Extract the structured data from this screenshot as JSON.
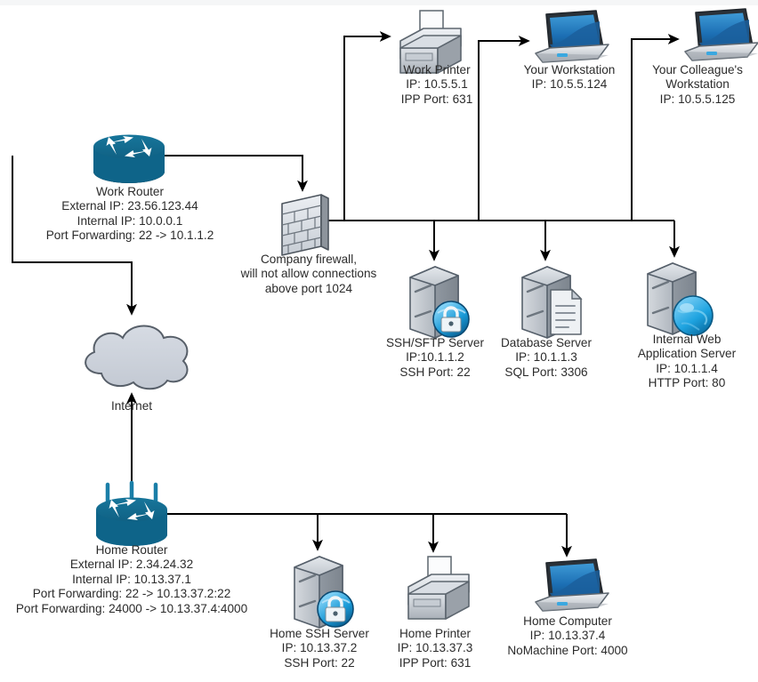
{
  "diagram": {
    "title": "Home and work network topology",
    "background_color": "#ffffff",
    "line_color": "#000000",
    "text_color": "#2b2b2b",
    "router_color": "#11698e",
    "cloud_fill": "#cdd3dc",
    "server_fill": "#b8bec6",
    "lock_badge_color": "#1a9ad7",
    "globe_badge_color": "#1ea3e0",
    "screen_color": "#1f6fb2"
  },
  "nodes": {
    "work_router": {
      "icon": "router-icon",
      "lines": [
        "Work Router",
        "External IP: 23.56.123.44",
        "Internal IP: 10.0.0.1",
        "Port Forwarding: 22 -> 10.1.1.2"
      ]
    },
    "firewall": {
      "icon": "firewall-icon",
      "lines": [
        "Company firewall,",
        "will not allow connections",
        "above port 1024"
      ]
    },
    "work_printer": {
      "icon": "printer-icon",
      "lines": [
        "Work Printer",
        "IP: 10.5.5.1",
        "IPP Port: 631"
      ]
    },
    "your_workstation": {
      "icon": "laptop-icon",
      "lines": [
        "Your Workstation",
        "IP: 10.5.5.124"
      ]
    },
    "colleague_workstation": {
      "icon": "laptop-icon",
      "lines": [
        "Your Colleague's",
        "Workstation",
        "IP: 10.5.5.125"
      ]
    },
    "ssh_sftp_server": {
      "icon": "server-lock-icon",
      "lines": [
        "SSH/SFTP Server",
        "IP:10.1.1.2",
        "SSH Port: 22"
      ]
    },
    "database_server": {
      "icon": "server-database-icon",
      "lines": [
        "Database Server",
        "IP: 10.1.1.3",
        "SQL Port: 3306"
      ]
    },
    "web_server": {
      "icon": "server-globe-icon",
      "lines": [
        "Internal Web",
        "Application Server",
        "IP: 10.1.1.4",
        "HTTP Port: 80"
      ]
    },
    "internet": {
      "icon": "cloud-icon",
      "lines": [
        "Internet"
      ]
    },
    "home_router": {
      "icon": "wireless-router-icon",
      "lines": [
        "Home Router",
        "External IP: 2.34.24.32",
        "Internal IP: 10.13.37.1",
        "Port Forwarding:  22 -> 10.13.37.2:22",
        "Port Forwarding: 24000 -> 10.13.37.4:4000"
      ]
    },
    "home_ssh_server": {
      "icon": "server-lock-icon",
      "lines": [
        "Home SSH Server",
        "IP: 10.13.37.2",
        "SSH Port: 22"
      ]
    },
    "home_printer": {
      "icon": "printer-icon",
      "lines": [
        "Home Printer",
        "IP: 10.13.37.3",
        "IPP Port: 631"
      ]
    },
    "home_computer": {
      "icon": "laptop-icon",
      "lines": [
        "Home Computer",
        "IP: 10.13.37.4",
        "NoMachine Port: 4000"
      ]
    }
  }
}
